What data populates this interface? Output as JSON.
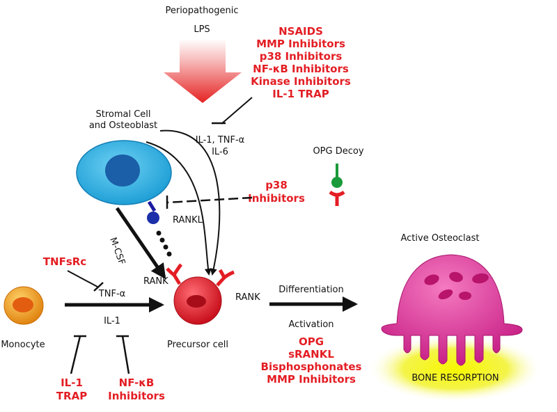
{
  "diagram": {
    "lps_source": {
      "line1": "Periopathogenic",
      "line2": "LPS"
    },
    "top_inhibitors": [
      "NSAIDS",
      "MMP Inhibitors",
      "p38 Inhibitors",
      "NF-κB Inhibitors",
      "Kinase Inhibitors",
      "IL-1 TRAP"
    ],
    "stromal_cell": {
      "line1": "Stromal Cell",
      "line2": "and Osteoblast"
    },
    "cytokines": {
      "line1": "IL-1, TNF-α",
      "line2": "IL-6"
    },
    "opg_decoy": "OPG Decoy",
    "p38_inhibitors": [
      "p38",
      "Inhibitors"
    ],
    "rankl": "RANKL",
    "mcsf": "M-CSF",
    "rank_left": "RANK",
    "rank_right": "RANK",
    "tnfsrc": "TNFsRc",
    "tnf_alpha": "TNF-α",
    "il1": "IL-1",
    "monocyte": "Monocyte",
    "precursor": "Precursor cell",
    "differentiation": "Differentiation",
    "activation": "Activation",
    "bottom_inhibitors": [
      "OPG",
      "sRANKL",
      "Bisphosphonates",
      "MMP Inhibitors"
    ],
    "il1_trap": [
      "IL-1",
      "TRAP"
    ],
    "nfkb_inhibitors": [
      "NF-κB",
      "Inhibitors"
    ],
    "active_osteoclast": "Active Osteoclast",
    "bone_resorption": "BONE RESORPTION"
  },
  "colors": {
    "inhibitor_text": "#e31e24",
    "stromal_cell": "#39b8e6",
    "nucleus": "#1a5fa8",
    "precursor_cell": "#e8202e",
    "monocyte": "#f0a020",
    "osteoclast": "#e0409a",
    "resorption_glow": "#f2f20a",
    "opg_green": "#1a9a3a"
  }
}
